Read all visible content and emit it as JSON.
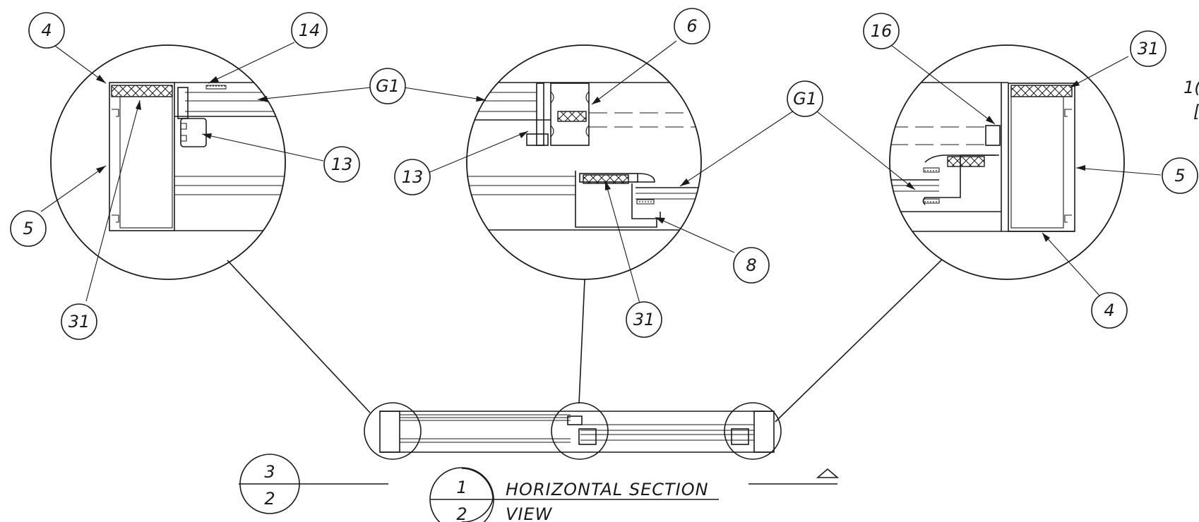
{
  "title": {
    "line1": "HORIZONTAL  SECTION",
    "line2": "VIEW",
    "ref_top": "1",
    "ref_bottom": "2"
  },
  "section_ref": {
    "top": "3",
    "bottom": "2"
  },
  "callouts": {
    "left": [
      "4",
      "14",
      "G1",
      "13",
      "5",
      "31"
    ],
    "middle": [
      "6",
      "13",
      "31",
      "8"
    ],
    "right": [
      "16",
      "G1",
      "31",
      "5",
      "4"
    ],
    "clipped": [
      "1(",
      "["
    ]
  },
  "colors": {
    "line": "#1a1a1a",
    "background": "#ffffff"
  }
}
